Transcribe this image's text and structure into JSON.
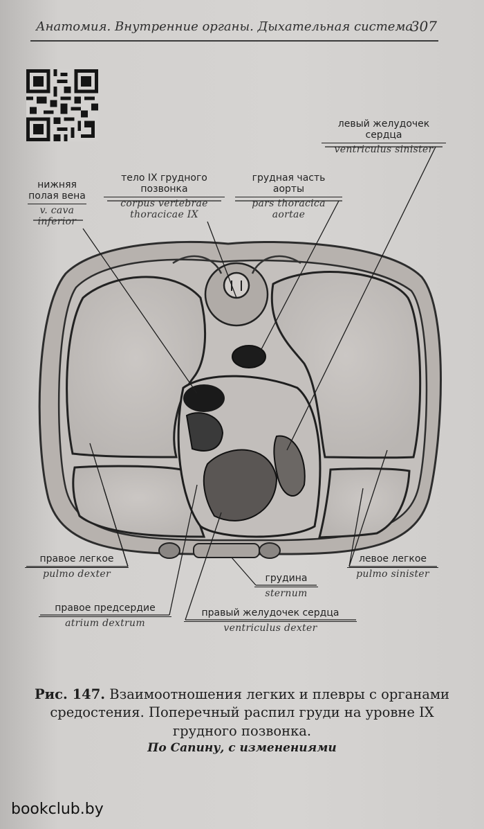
{
  "header": {
    "running_title": "Анатомия. Внутренние органы. Дыхательная система",
    "page_number": "307"
  },
  "labels": {
    "left_ventricle": {
      "ru": "левый желудочек сердца",
      "la": "ventriculus sinister"
    },
    "vertebra": {
      "ru": "тело IX грудного позвонка",
      "la": "corpus vertebrae thoracicae IX"
    },
    "aorta": {
      "ru": "грудная часть аорты",
      "la": "pars thoracica aortae"
    },
    "ivc": {
      "ru": "нижняя полая вена",
      "la": "v. cava inferior"
    },
    "right_lung": {
      "ru": "правое легкое",
      "la": "pulmo dexter"
    },
    "left_lung": {
      "ru": "левое легкое",
      "la": "pulmo sinister"
    },
    "sternum": {
      "ru": "грудина",
      "la": "sternum"
    },
    "right_atrium": {
      "ru": "правое предсердие",
      "la": "atrium dextrum"
    },
    "right_ventricle": {
      "ru": "правый желудочек сердца",
      "la": "ventriculus dexter"
    }
  },
  "caption": {
    "number": "Рис. 147.",
    "text": "Взаимоотношения легких и плевры с органами средостения. Поперечный распил груди на уровне IX грудного позвонка.",
    "source": "По Сапину, с изменениями"
  },
  "watermark": "bookclub.by"
}
